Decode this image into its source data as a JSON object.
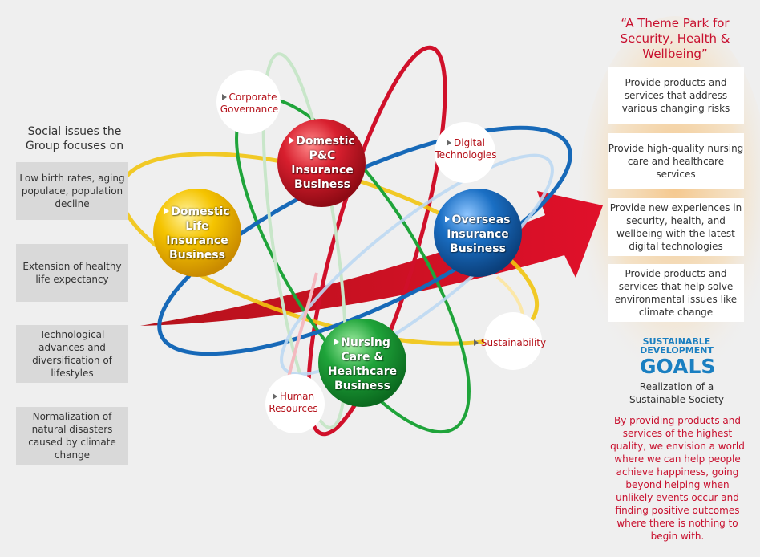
{
  "left": {
    "title": "Social issues the Group focuses on",
    "issues": [
      "Low birth rates, aging populace, population decline",
      "Extension of healthy life expectancy",
      "Technological advances and diversification of lifestyles",
      "Normalization of natural disasters caused by climate change"
    ]
  },
  "nodes": {
    "governance": "Corporate Governance",
    "digital": "Digital Technologies",
    "sustainability": "Sustainability",
    "human": "Human Resources"
  },
  "businesses": {
    "pc": "Domestic P&C Insurance Business",
    "life": "Domestic Life Insurance Business",
    "overseas": "Overseas Insurance Business",
    "nursing": "Nursing Care & Healthcare Business"
  },
  "right": {
    "theme_title": "“A Theme Park for Security, Health & Wellbeing”",
    "boxes": [
      "Provide products and services that address various changing risks",
      "Provide high-quality nursing care and healthcare services",
      "Provide new experiences in security, health, and wellbeing with the latest digital technologies",
      "Provide products and services that help solve environmental issues like climate change"
    ],
    "sdg_line1": "SUSTAINABLE",
    "sdg_line2": "DEVELOPMENT",
    "sdg_line3": "GOALS",
    "realization": "Realization of a Sustainable Society",
    "vision": "By providing products and services of the highest quality, we envision a world where we can help people achieve happiness, going beyond helping when unlikely events occur and finding positive outcomes where there is nothing to begin with."
  },
  "colors": {
    "red": "#c8102e",
    "yellow": "#f2c200",
    "blue": "#1769b8",
    "green": "#1aa33a",
    "box_gray": "#d9d9d9",
    "background": "#efefef"
  }
}
